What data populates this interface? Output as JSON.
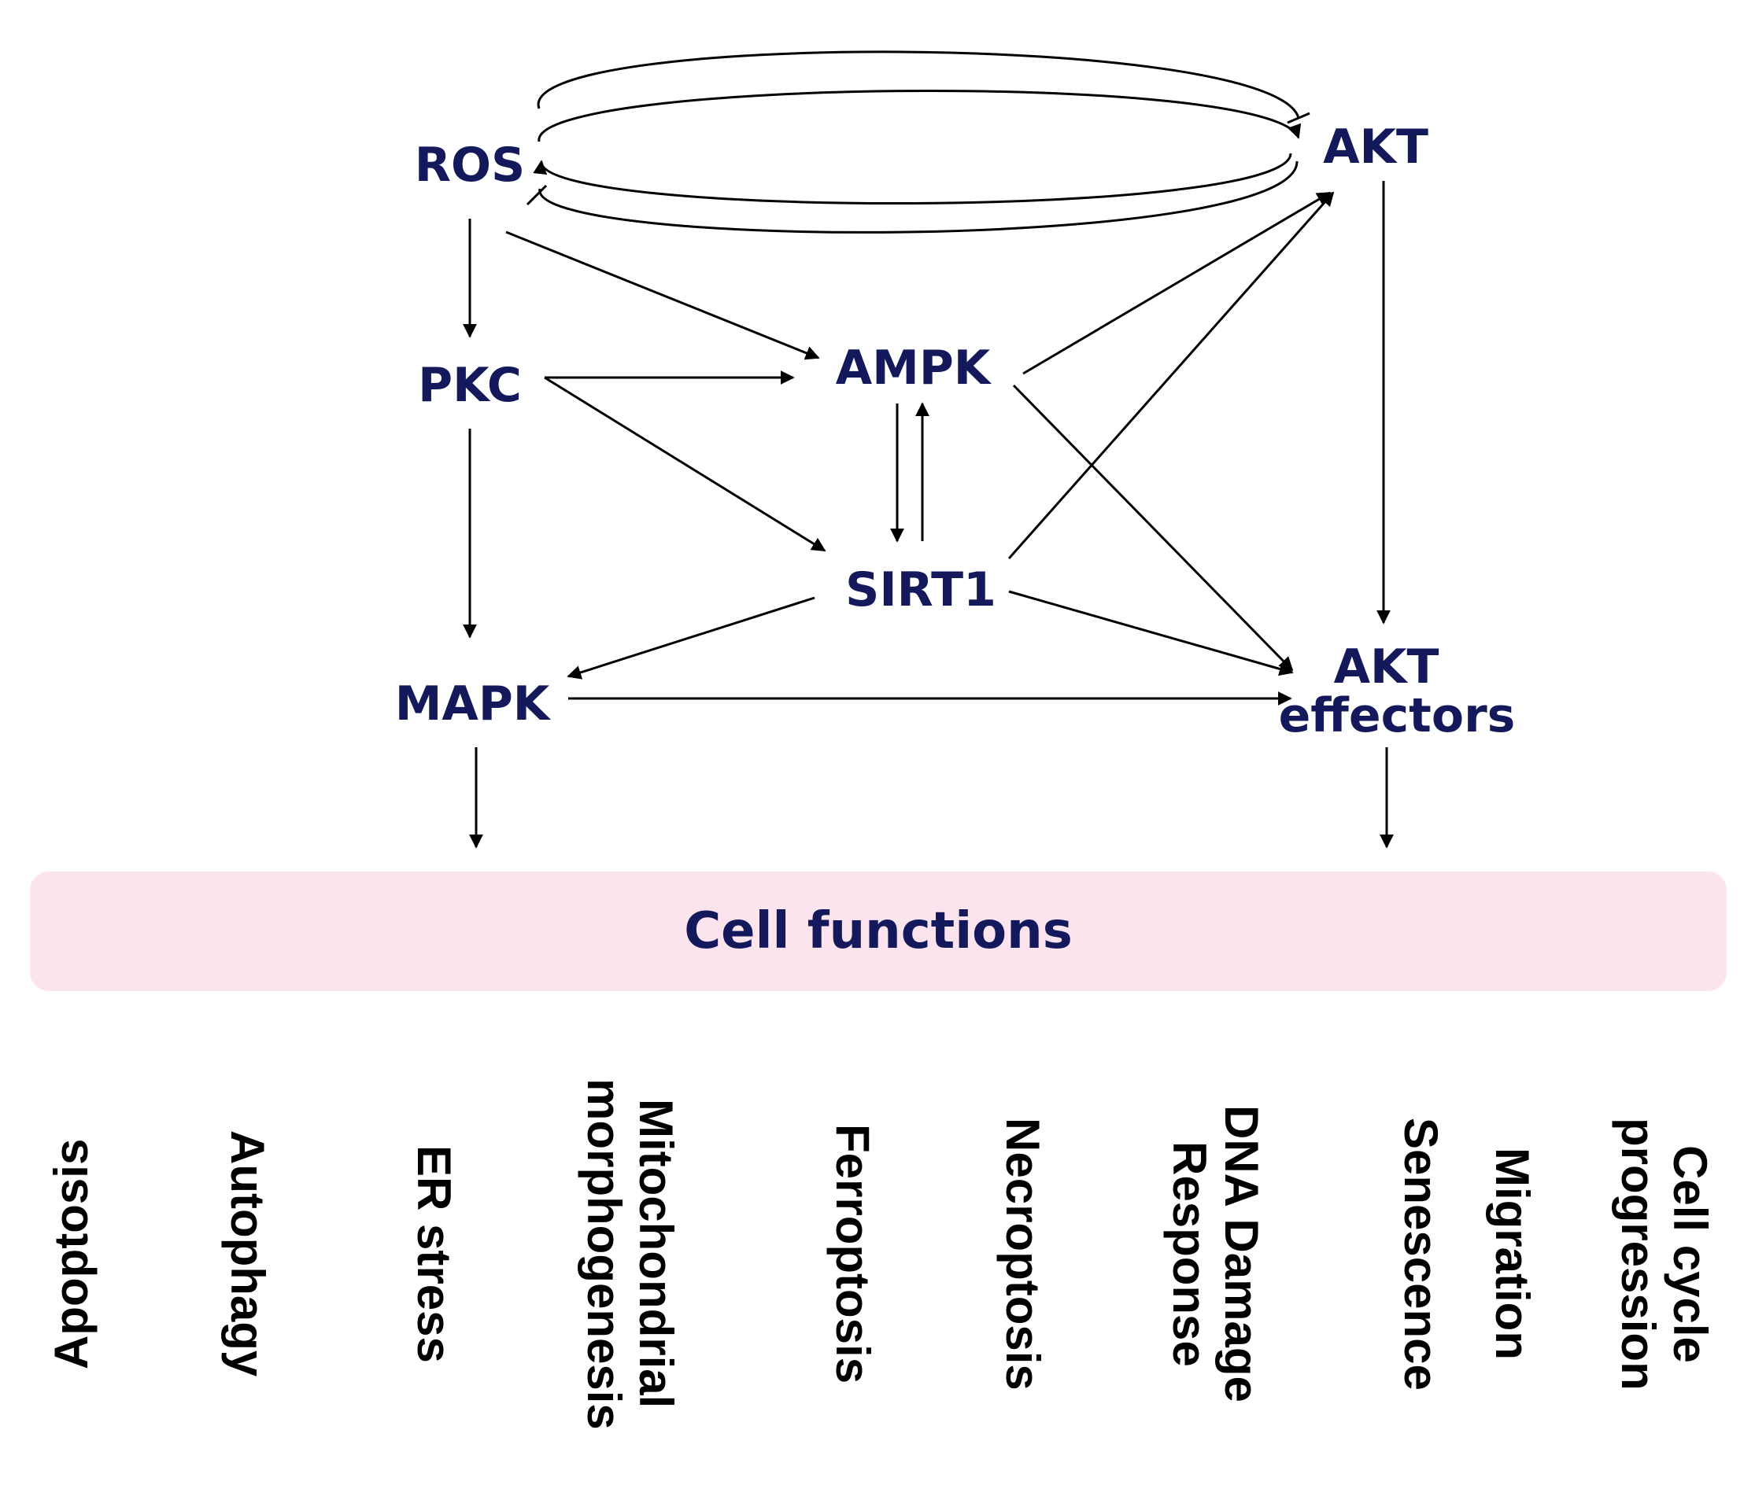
{
  "nodes": {
    "ros": "ROS",
    "akt": "AKT",
    "pkc": "PKC",
    "ampk": "AMPK",
    "sirt1": "SIRT1",
    "mapk": "MAPK",
    "akt_effectors": [
      "AKT",
      "effectors"
    ]
  },
  "cell_functions_title": "Cell functions",
  "cell_functions": [
    [
      "Apoptosis"
    ],
    [
      "Autophagy"
    ],
    [
      "ER stress"
    ],
    [
      "Mitochondrial",
      "morphogenesis"
    ],
    [
      "Ferroptosis"
    ],
    [
      "Necroptosis"
    ],
    [
      "DNA Damage",
      "Response"
    ],
    [
      "Senescence"
    ],
    [
      "Migration"
    ],
    [
      "Cell cycle",
      "progression"
    ]
  ]
}
